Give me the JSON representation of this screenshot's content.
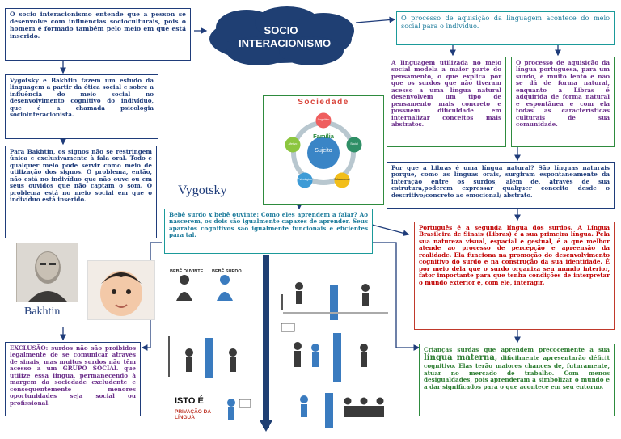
{
  "title": "SOCIO INTERACIONISMO",
  "cycle": {
    "outer": "Sociedade",
    "inner": "Família",
    "center": "Sujeito",
    "nodes": [
      "Cognitivo",
      "Social",
      "Educacional",
      "Psicológico",
      "Afetivo"
    ]
  },
  "labels": {
    "vygotsky": "Vygotsky",
    "bakhtin": "Bakhtin"
  },
  "boxes": {
    "b1": "O socio interacionismo entende que a pesson se desenvolve com influências socioculturais, pois o homem é formado também pelo meio em que está inserido.",
    "b2": "Vygotsky e Bakhtin fazem um estudo da linguagem a partir da ótica social e sobre a influência do meio social no desenvolvimento cognitivo do indivíduo, que é a chamada psicologia sociointeracionista.",
    "b3": "Para Bakhtin, os signos não se restringem única e exclusivamente à fala oral. Todo e qualquer meio pode servir como meio de utilização dos signos. O problema, então, não está no indivíduo que não ouve ou em seus ouvidos que não captam o som. O problema está no meio social em que o indivíduo está inserido.",
    "b4": "EXCLUSÃO: surdos não são proibidos legalmente de se comunicar através de sinais, mas muitos surdos não têm acesso a um GRUPO SOCIAL que utilize essa língua, permanecendo à margem da sociedade excludente e consequentemente menores oportunidades seja social ou profissional.",
    "b5": "O processo de aquisição da linguagem acontece do meio social para o indivíduo.",
    "b6": "A linguagem utilizada no meio social modela a maior parte do pensamento, o que explica por que os surdos que não tiveram acesso a uma língua natural desenvolvem um tipo de pensamento mais concreto e possuem dificuldade em internalizar conceitos mais abstratos.",
    "b7": "O processo de aquisição da língua portuguesa, para um surdo, é muito lento e não se dá de forma natural, enquanto a Libras é adquirida de forma natural e espontânea e com ela todas as características culturais de sua comunidade.",
    "b8": "Por que a Libras é uma língua natural? São línguas naturais porque, como as línguas orais, surgiram espontaneamente da interação entre os surdos, além de, através de sua estrutura,poderem expressar qualquer conceito desde o descritivo/concreto ao emocional/ abstrato.",
    "b9": "Português é a segunda língua dos surdos. A Língua Brasileira de Sinais (Libras) é a sua primeira língua. Pela sua natureza visual, espacial e gestual, é a que melhor atende ao processo de percepção e apreensão da realidade. Ela funciona na promoção do desenvolvimento cognitivo do surdo e na construção da sua identidade. É por meio dela que o surdo organiza seu mundo interior, fator importante para que tenha condições de interpretar o mundo exterior e, com ele, interagir.",
    "b10_a": "Crianças surdas que aprendem precocemente a sua",
    "b10_b": "língua materna,",
    "b10_c": "dificilmente apresentarão déficit cognitivo. Elas terão maiores chances de, futuramente, atuar no mercado de trabalho. Com menos desigualdades, pois aprenderam a simbolizar o mundo e a dar significados para o que acontece em seu entorno.",
    "b11": "Bebê surdo x bebê ouvinte: Como eles aprendem a falar? Ao nascerem, os dois são igualmente capazes de aprender. Seus aparatos cognitivos são igualmente funcionais e eficientes para tal."
  },
  "illustration": {
    "ouvinte": "BEBÊ OUVINTE",
    "surdo": "BEBÊ SURDO",
    "isto": "ISTO É",
    "privacao": "PRIVAÇÃO DA LÍNGUA"
  },
  "colors": {
    "navy": "#1f3c7a",
    "teal": "#1b9a9a",
    "green": "#2e8b3e",
    "red": "#c0392b",
    "cloud": "#1f3f73",
    "figure": "#3a7bbf"
  }
}
